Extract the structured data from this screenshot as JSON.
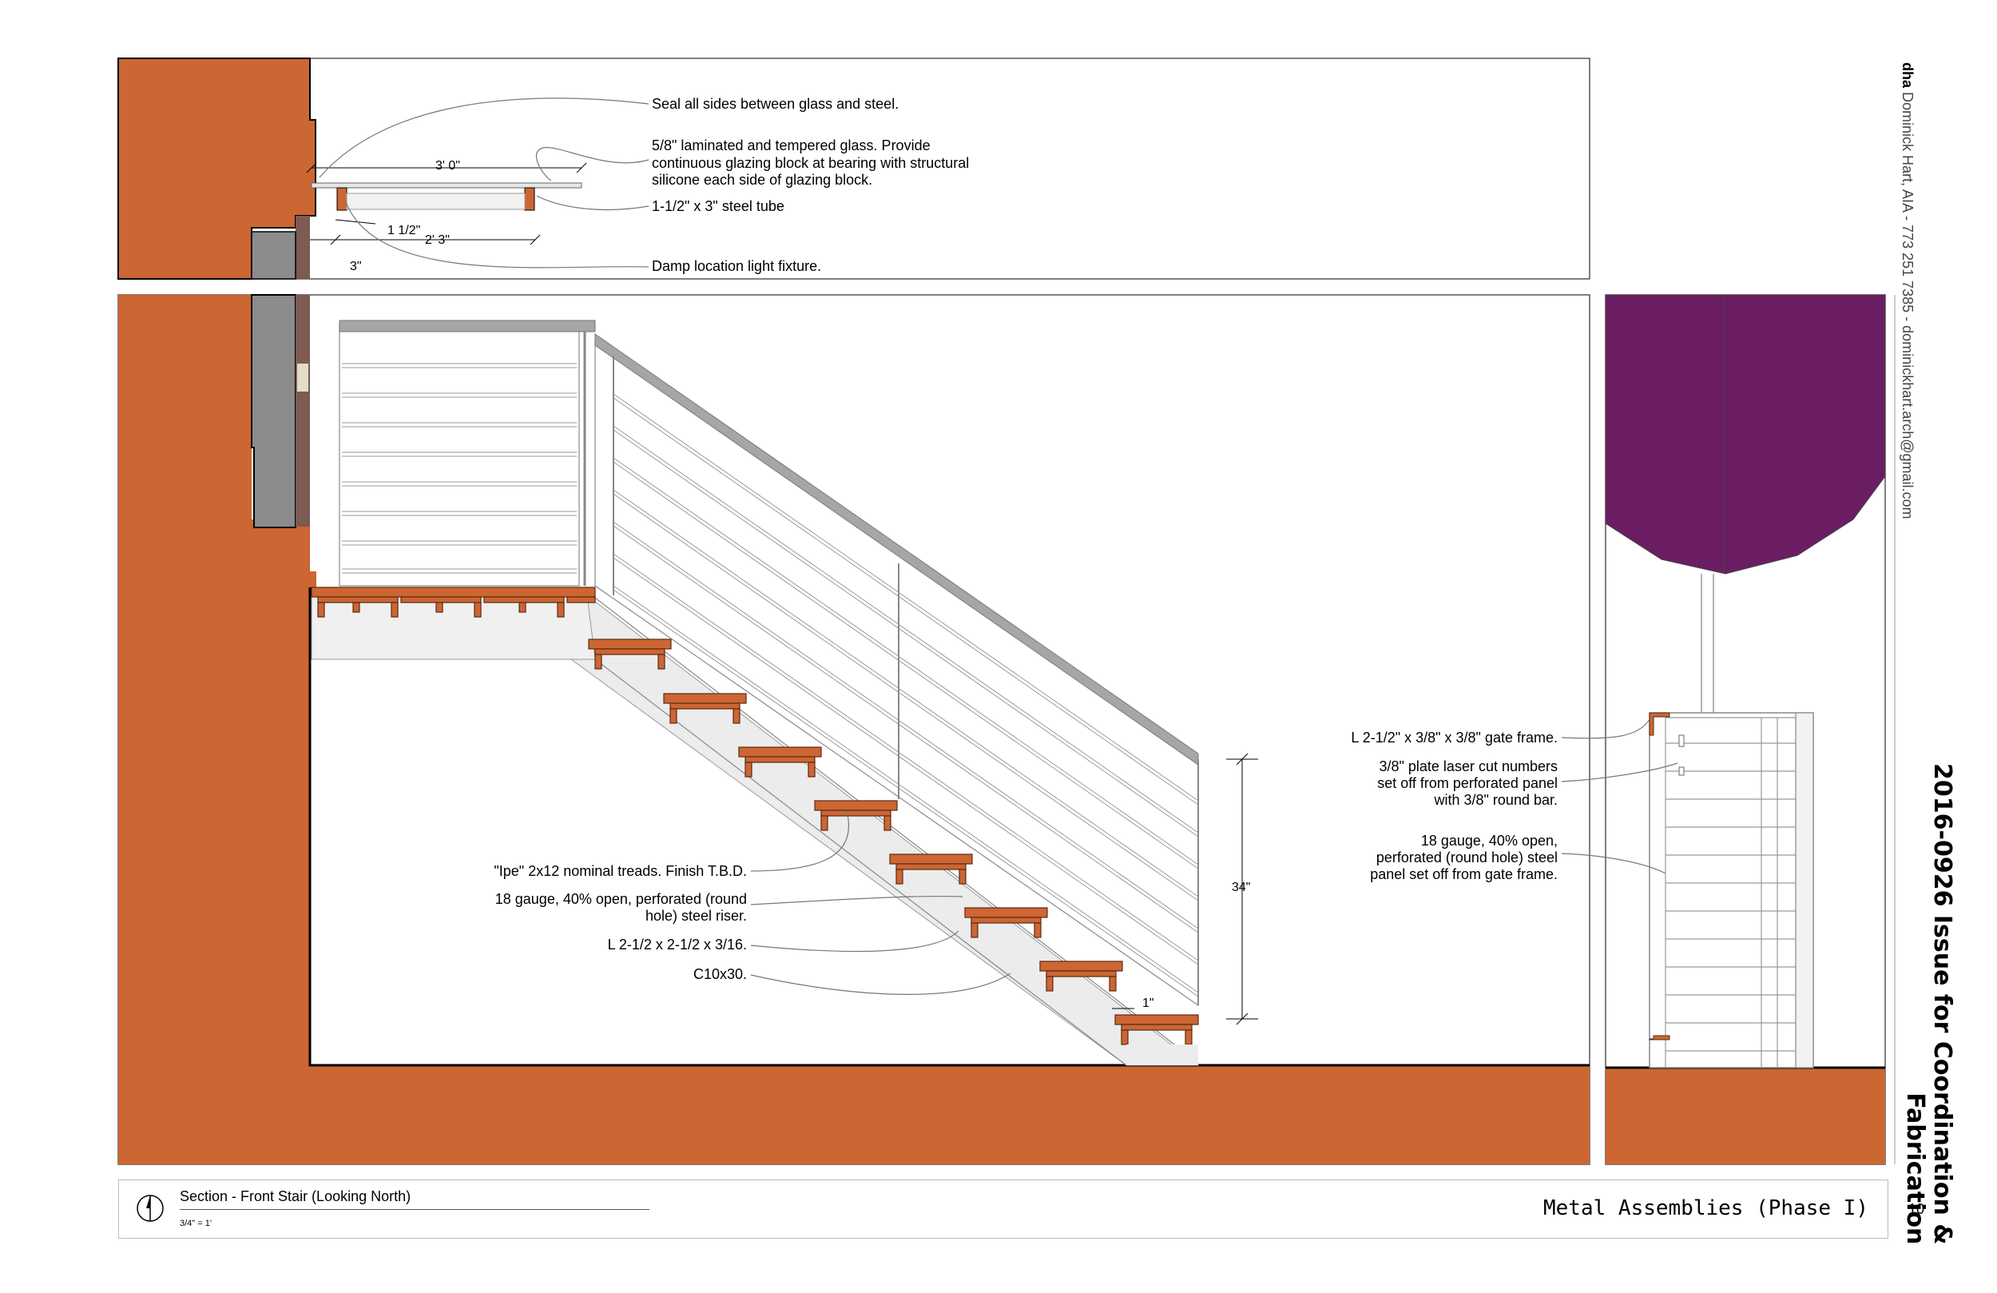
{
  "detail_callouts": {
    "seal": "Seal all sides between glass and steel.",
    "glass_1": "5/8\" laminated and tempered glass. Provide",
    "glass_2": "continuous glazing block at bearing with structural",
    "glass_3": "silicone each side of glazing block.",
    "tube": "1-1/2\" x 3\" steel tube",
    "light": "Damp location light fixture."
  },
  "detail_dimensions": {
    "span": "3' 0\"",
    "tube_depth": "1 1/2\"",
    "tube_span": "2' 3\"",
    "offset": "3\""
  },
  "stair_callouts": {
    "treads": "\"Ipe\" 2x12 nominal treads. Finish T.B.D.",
    "riser_1": "18 gauge, 40% open, perforated (round",
    "riser_2": "hole) steel riser.",
    "angle": "L 2-1/2 x 2-1/2 x 3/16.",
    "channel": "C10x30."
  },
  "stair_dimensions": {
    "rail_height": "34\"",
    "gap": "1\""
  },
  "gate_callouts": {
    "frame": "L 2-1/2\" x 3/8\" x 3/8\" gate frame.",
    "numbers_1": "3/8\" plate laser cut numbers",
    "numbers_2": "set off from perforated panel",
    "numbers_3": "with 3/8\" round bar.",
    "panel_1": "18 gauge, 40% open,",
    "panel_2": "perforated (round hole) steel",
    "panel_3": "panel set off from gate frame."
  },
  "sidebar": {
    "firm_abbr": "dha",
    "firm_text": " Dominick Hart, AIA - 773 251 7385 - dominickhart.arch@gmail.com",
    "issue_1": "2016-0926 Issue for Coordination &",
    "issue_2": "Fabrication"
  },
  "title_block": {
    "view_title": "Section - Front Stair (Looking North)",
    "view_scale": "3/4\" = 1'",
    "sheet_title": "Metal Assemblies (Phase I)",
    "sheet_number": "10"
  },
  "colors": {
    "masonry": "#cc6633",
    "wood": "#cc6633",
    "foliage": "#6b1d63",
    "concrete_gray": "#8c8c8c",
    "rail_gray": "#999999"
  }
}
